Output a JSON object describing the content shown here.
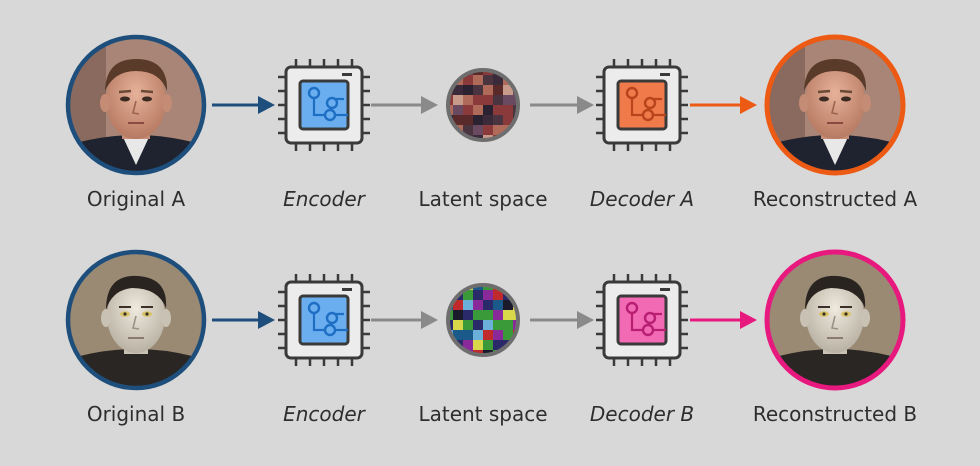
{
  "rows": [
    {
      "original_label": "Original A",
      "encoder_label": "Encoder",
      "latent_label": "Latent space",
      "decoder_label": "Decoder A",
      "reconstructed_label": "Reconstructed A",
      "original_ring_color": "#1e4f7c",
      "decoder_color": "#f07a4a",
      "decoder_accent": "#b8441c",
      "output_ring_color": "#ec5a14",
      "output_arrow_color": "#ec5a14",
      "face": "photo of a man with short brown hair in a dark suit (faces rendered as illustrated portraits)"
    },
    {
      "original_label": "Original B",
      "encoder_label": "Encoder",
      "latent_label": "Latent space",
      "decoder_label": "Decoder B",
      "reconstructed_label": "Reconstructed B",
      "original_ring_color": "#1e4f7c",
      "decoder_color": "#f26ab3",
      "decoder_accent": "#b81f73",
      "output_ring_color": "#e8197e",
      "output_arrow_color": "#e8197e",
      "face": "photo of a pale android character with slicked-back hair"
    }
  ],
  "colors": {
    "background": "#d8d8d8",
    "encoder_fill": "#6aaef0",
    "encoder_accent": "#1e6fc4",
    "chip_outline": "#3a3a3a",
    "input_arrow": "#1e4f7c",
    "gray_arrow": "#8a8a8a",
    "latent_ring": "#6e6e6e"
  }
}
